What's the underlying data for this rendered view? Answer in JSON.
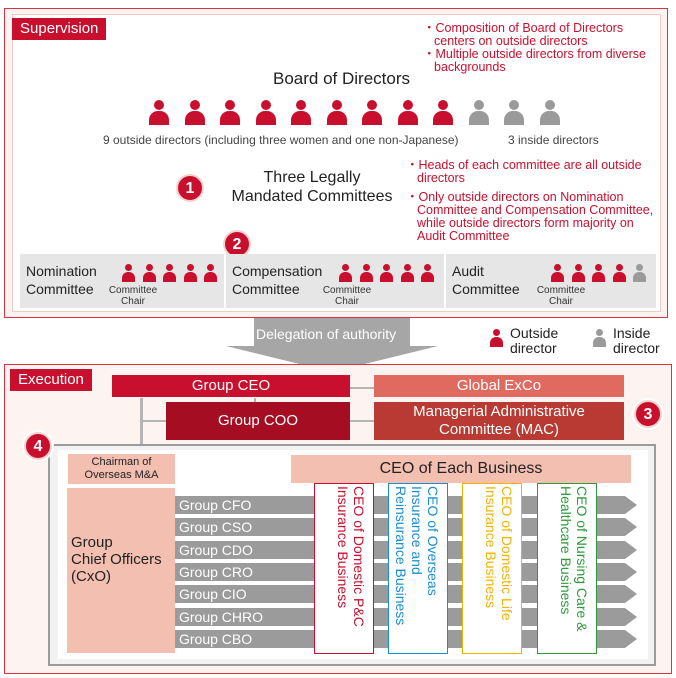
{
  "supervision": {
    "tag": "Supervision",
    "board_title": "Board of Directors",
    "board_notes": [
      "・Composition of Board of Directors centers on outside directors",
      "・Multiple outside directors from diverse backgrounds"
    ],
    "outside_caption": "9 outside directors (including three women and one non-Japanese)",
    "inside_caption": "3 inside directors",
    "board_outside_count": 9,
    "board_inside_count": 3,
    "marker1": "1",
    "marker2": "2",
    "committees_title_line1": "Three Legally",
    "committees_title_line2": "Mandated Committees",
    "committee_notes": [
      "・Heads of each committee are all outside directors",
      "・Only outside directors on Nomination Committee and Compensation Committee, while outside directors form majority on Audit Committee"
    ],
    "committees": [
      {
        "name_line1": "Nomination",
        "name_line2": "Committee",
        "chair_line1": "Committee",
        "chair_line2": "Chair",
        "outside": 5,
        "inside": 0
      },
      {
        "name_line1": "Compensation",
        "name_line2": "Committee",
        "chair_line1": "Committee",
        "chair_line2": "Chair",
        "outside": 5,
        "inside": 0
      },
      {
        "name_line1": "Audit",
        "name_line2": "Committee",
        "chair_line1": "Committee",
        "chair_line2": "Chair",
        "outside": 4,
        "inside": 1
      }
    ]
  },
  "delegation": "Delegation of authority",
  "legend": {
    "outside_line1": "Outside",
    "outside_line2": "director",
    "inside_line1": "Inside",
    "inside_line2": "director"
  },
  "execution": {
    "tag": "Execution",
    "group_ceo": "Group CEO",
    "global_exco": "Global ExCo",
    "group_coo": "Group COO",
    "mac_line1": "Managerial Administrative",
    "mac_line2": "Committee (MAC)",
    "marker3": "3",
    "marker4": "4",
    "chairman_line1": "Chairman of",
    "chairman_line2": "Overseas M&A",
    "ceo_each_business": "CEO of Each Business",
    "cxo_line1": "Group",
    "cxo_line2": "Chief Officers",
    "cxo_line3": "(CxO)",
    "officers": [
      "Group CFO",
      "Group CSO",
      "Group CDO",
      "Group CRO",
      "Group CIO",
      "Group CHRO",
      "Group CBO"
    ],
    "businesses": [
      {
        "text": "CEO of Domestic P&C Insurance Business",
        "color": "#c8102e"
      },
      {
        "text": "CEO of Overseas Insurance and Reinsurance Business",
        "color": "#1a8fd0"
      },
      {
        "text": "CEO of Domestic Life Insurance Business",
        "color": "#f0b400"
      },
      {
        "text": "CEO of Nursing Care & Healthcare Business",
        "color": "#2e9a3c"
      }
    ]
  },
  "colors": {
    "accent": "#c8102e",
    "gray": "#9a9a9a"
  }
}
